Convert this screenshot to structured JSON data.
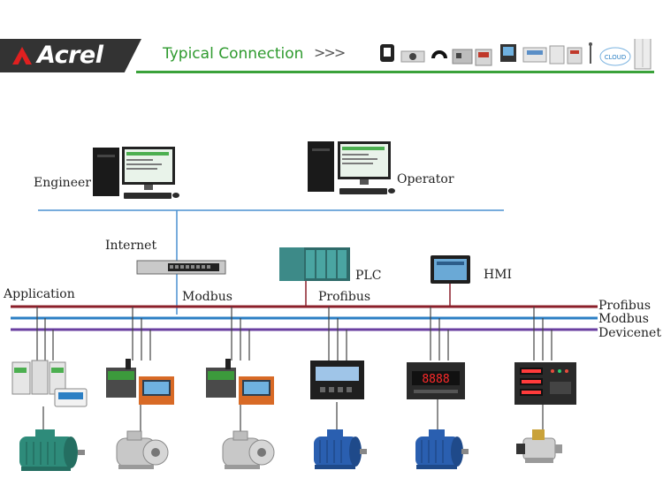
{
  "header": {
    "brand": "Acrel",
    "title": "Typical Connection",
    "arrows": ">>>",
    "cloud_label": "CLOUD",
    "brand_color": "#e02020",
    "title_color": "#2e9a2e"
  },
  "diagram": {
    "nodes": {
      "engineer": "Engineer",
      "operator": "Operator",
      "internet": "Internet",
      "plc": "PLC",
      "hmi": "HMI"
    },
    "bus_labels": {
      "application": "Application",
      "modbus_mid": "Modbus",
      "profibus_mid": "Profibus"
    },
    "buses": [
      {
        "name": "Profibus",
        "color": "#8b1f2a"
      },
      {
        "name": "Modbus",
        "color": "#2b7fc4"
      },
      {
        "name": "Devicenet",
        "color": "#6a3fa0"
      }
    ],
    "devices": [
      "protector-module-group",
      "motor-protector-relay",
      "motor-protector-relay",
      "lcd-meter",
      "led-meter",
      "multi-display-meter"
    ],
    "motors": [
      "green-motor",
      "silver-motor",
      "silver-motor",
      "blue-motor",
      "blue-motor",
      "compact-motor"
    ]
  }
}
